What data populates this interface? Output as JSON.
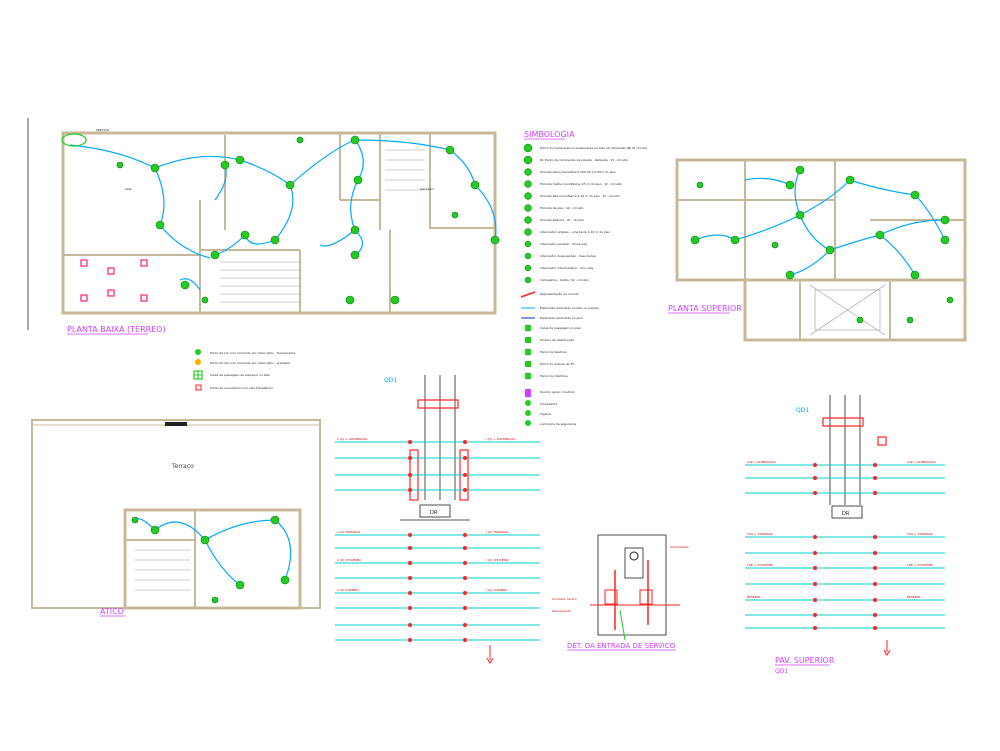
{
  "titles": {
    "planta_baixa": "PLANTA BAIXA (TÉRREO)",
    "planta_superior": "PLANTA SUPERIOR",
    "atico": "ATICO",
    "simbologia": "SIMBOLOGIA",
    "det_entrada": "DET. DA ENTRADA DE SERVICO",
    "pav_superior": "PAV. SUPERIOR",
    "qd1_left": "QD1",
    "qd1_right": "QD1",
    "qd1_bottom": "QD1",
    "terraco": "Terraço"
  },
  "colors": {
    "wall": "#c8b89a",
    "wire": "#00aaff",
    "lamp": "#22cc22",
    "circuit_red": "#ff2222",
    "title_magenta": "#d040ff",
    "text": "#111111"
  }
}
